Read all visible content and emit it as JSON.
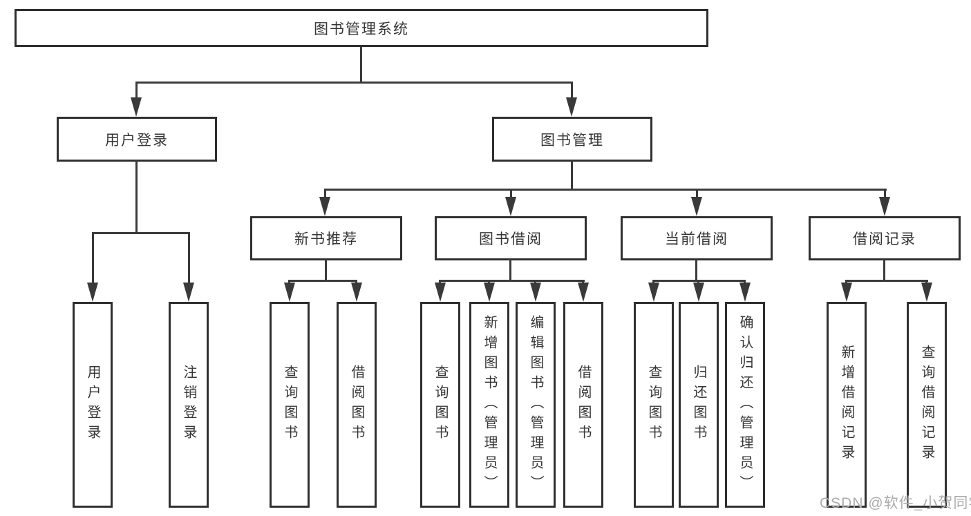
{
  "diagram": {
    "title": "图书管理系统",
    "level2": [
      {
        "label": "用户登录"
      },
      {
        "label": "图书管理"
      }
    ],
    "level3": [
      {
        "label": "新书推荐"
      },
      {
        "label": "图书借阅"
      },
      {
        "label": "当前借阅"
      },
      {
        "label": "借阅记录"
      }
    ],
    "leaves": {
      "user_login": [
        "用户登录",
        "注销登录"
      ],
      "new_book_recommend": [
        "查询图书",
        "借阅图书"
      ],
      "book_borrow": [
        "查询图书",
        "新增图书（管理员）",
        "编辑图书（管理员）",
        "借阅图书"
      ],
      "current_borrow": [
        "查询图书",
        "归还图书",
        "确认归还（管理员）"
      ],
      "borrow_records": [
        "新增借阅记录",
        "查询借阅记录"
      ]
    },
    "colors": {
      "line": "#3a3a3a",
      "box_border": "#2f2f2f",
      "text": "#363636",
      "watermark": "#ababab"
    },
    "watermark": "CSDN @软件_小贺同学"
  }
}
